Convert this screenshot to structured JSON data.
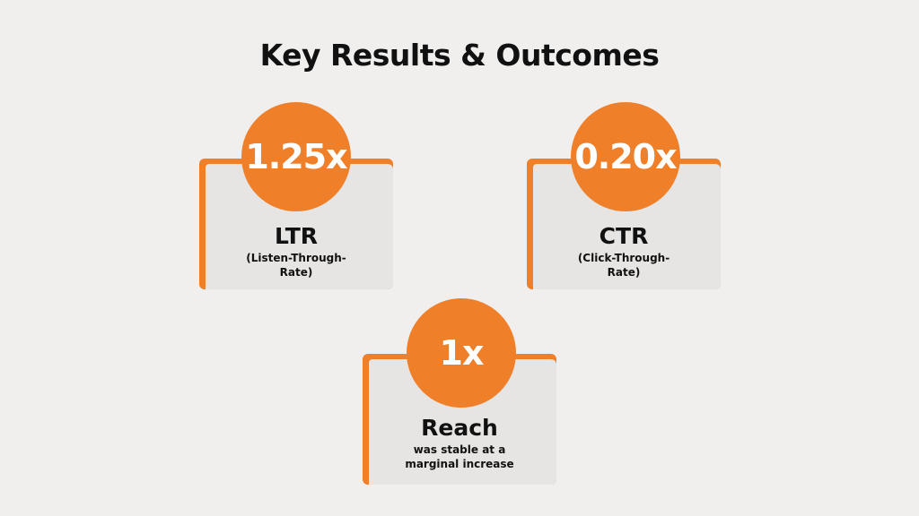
{
  "title": "Key Results & Outcomes",
  "cards": [
    {
      "value": "1.25x",
      "metric": "LTR",
      "desc_line1": "(Listen-Through-",
      "desc_line2": "Rate)"
    },
    {
      "value": "0.20x",
      "metric": "CTR",
      "desc_line1": "(Click-Through-",
      "desc_line2": "Rate)"
    },
    {
      "value": "1x",
      "metric": "Reach",
      "desc_line1": "was stable at a",
      "desc_line2": "marginal increase"
    }
  ],
  "colors": {
    "accent": "#f07f2a",
    "card": "#e6e5e3",
    "background": "#f0efee"
  }
}
